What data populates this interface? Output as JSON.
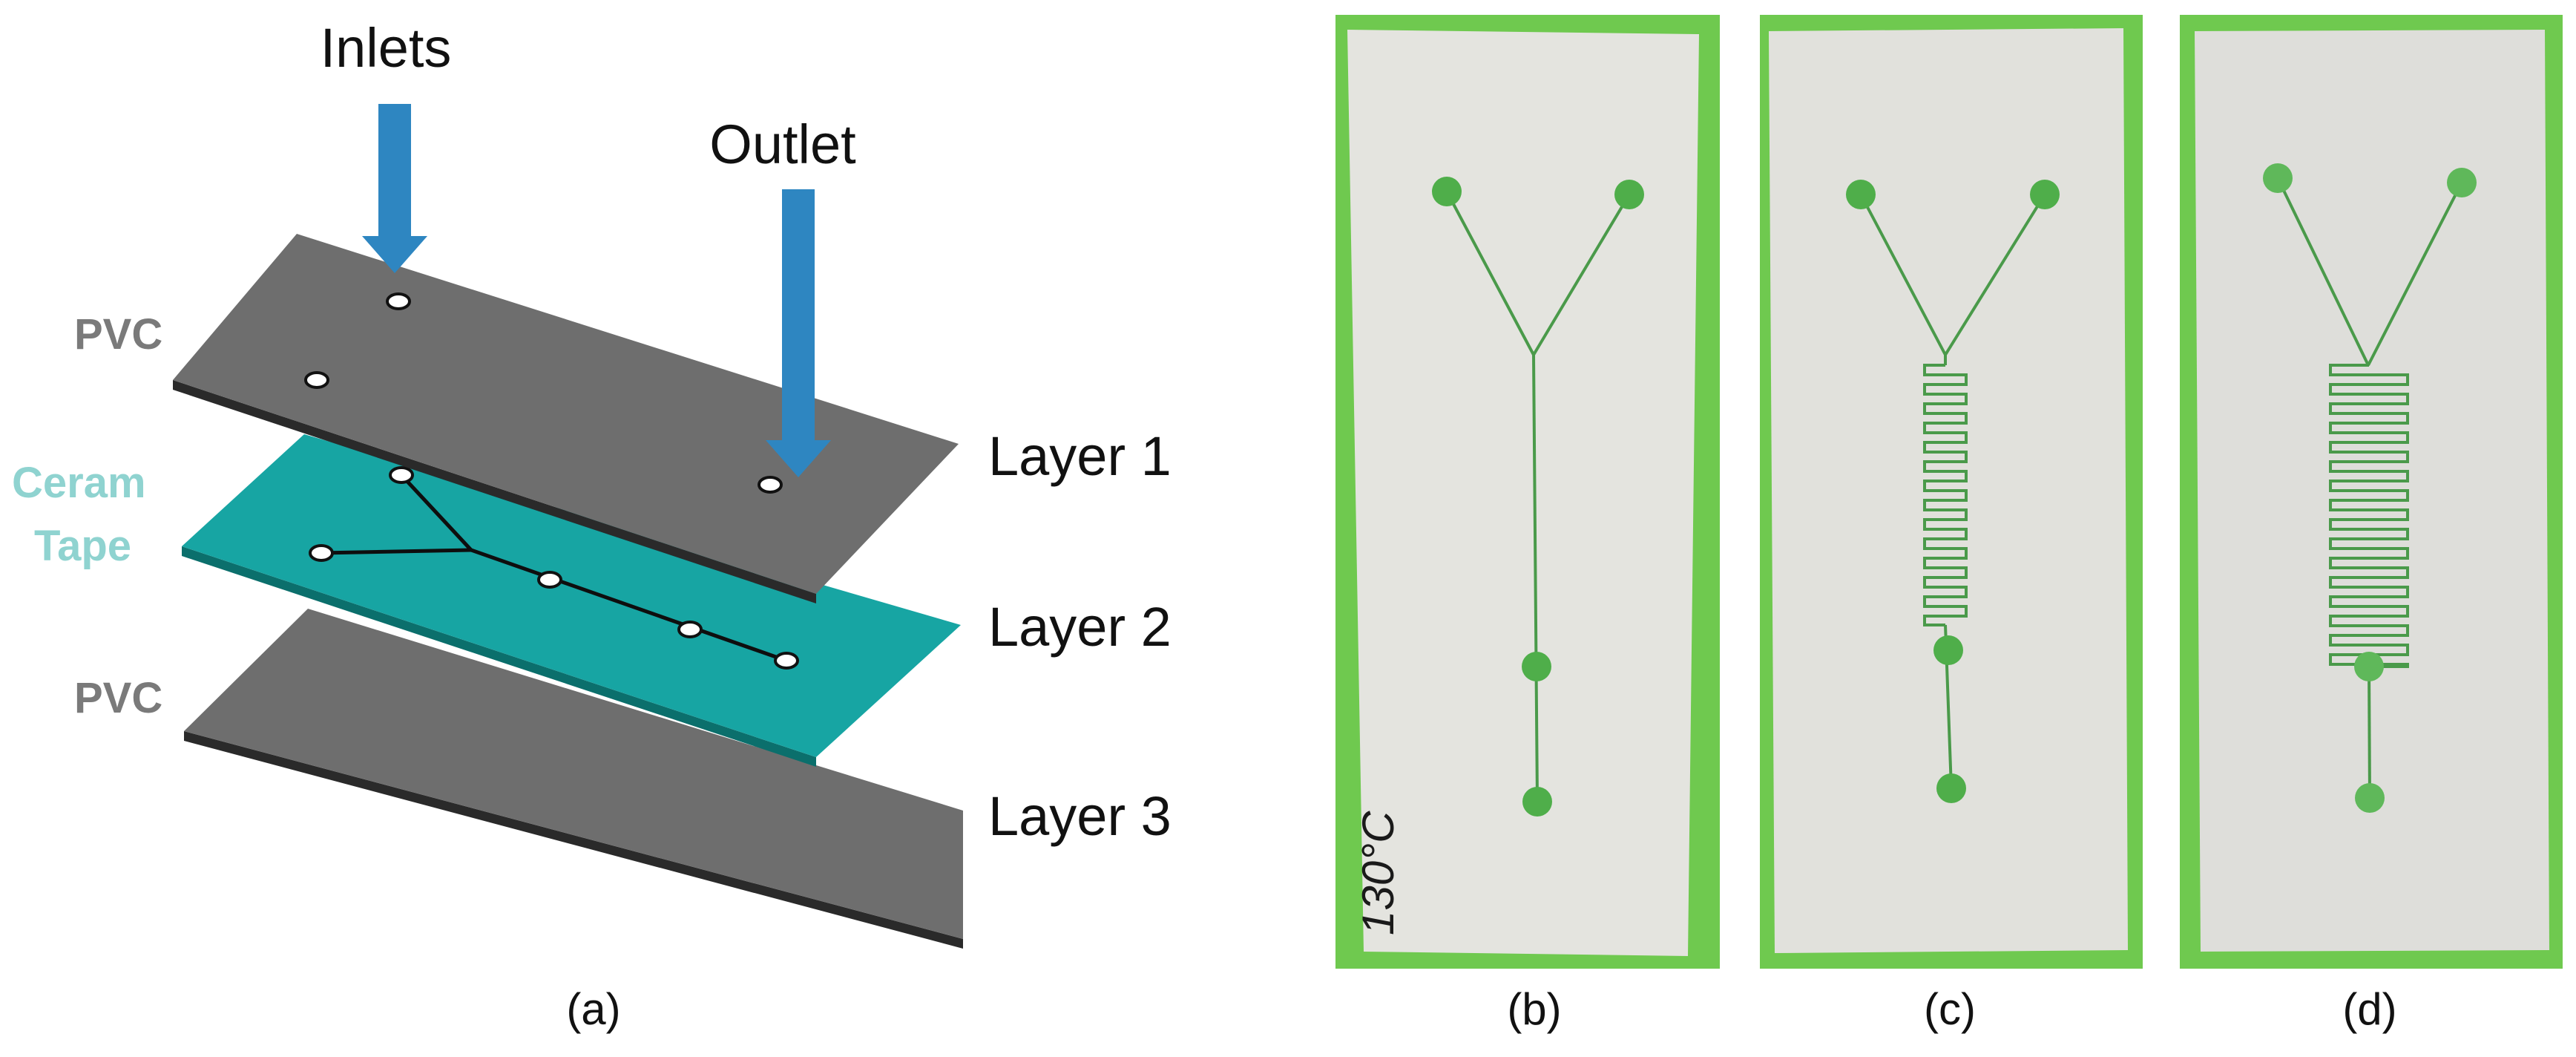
{
  "arrows": {
    "inlets_label": "Inlets",
    "outlet_label": "Outlet",
    "color": "#2e86c1"
  },
  "materials": {
    "top": "PVC",
    "middle_line1": "Ceram",
    "middle_line2": "Tape",
    "bottom": "PVC",
    "pvc_color": "#6e6e6e",
    "ceram_color": "#17a5a3"
  },
  "layers": {
    "layer1": "Layer 1",
    "layer2": "Layer 2",
    "layer3": "Layer 3"
  },
  "photo_b_annotation": "130°C",
  "panel_labels": {
    "a": "(a)",
    "b": "(b)",
    "c": "(c)",
    "d": "(d)"
  },
  "colors": {
    "photo_background": "#6fc94f",
    "plate": "#e3e3de",
    "channel": "#4a9a4a"
  }
}
